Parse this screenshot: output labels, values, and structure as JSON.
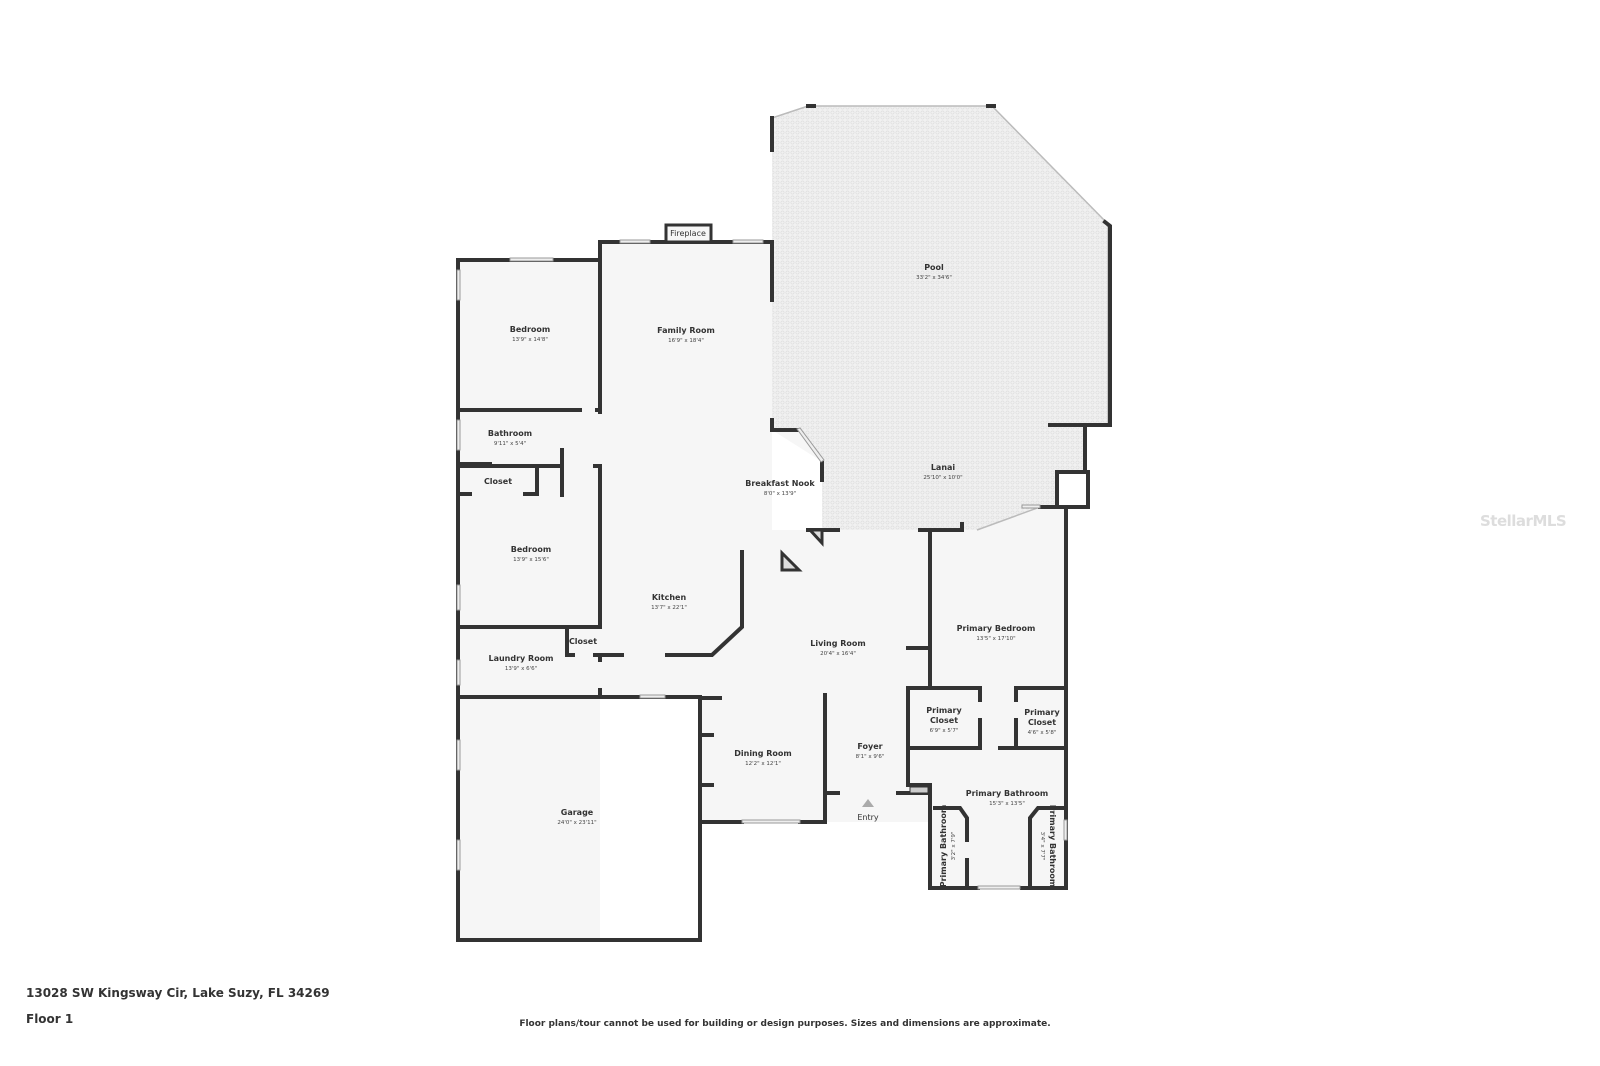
{
  "address": "13028 SW Kingsway Cir, Lake Suzy, FL 34269",
  "floor_label": "Floor 1",
  "disclaimer": "Floor plans/tour cannot be used for building or design purposes. Sizes and dimensions are approximate.",
  "watermark": "StellarMLS",
  "colors": {
    "wall": "#333333",
    "floor": "#f5f5f5",
    "pool": "#ececec"
  },
  "rooms": {
    "pool": {
      "name": "Pool",
      "dims": "33'2\" x 34'6\""
    },
    "lanai": {
      "name": "Lanai",
      "dims": "25'10\" x 10'0\""
    },
    "fireplace": {
      "name": "Fireplace"
    },
    "bedroom1": {
      "name": "Bedroom",
      "dims": "13'9\" x 14'8\""
    },
    "family": {
      "name": "Family Room",
      "dims": "16'9\" x 18'4\""
    },
    "bathroom": {
      "name": "Bathroom",
      "dims": "9'11\" x 5'4\""
    },
    "closet1": {
      "name": "Closet"
    },
    "breakfast": {
      "name": "Breakfast Nook",
      "dims": "8'0\" x 13'9\""
    },
    "bedroom2": {
      "name": "Bedroom",
      "dims": "13'9\" x 15'6\""
    },
    "kitchen": {
      "name": "Kitchen",
      "dims": "13'7\" x 22'1\""
    },
    "living": {
      "name": "Living Room",
      "dims": "20'4\" x 16'4\""
    },
    "primary_bedroom": {
      "name": "Primary Bedroom",
      "dims": "13'5\" x 17'10\""
    },
    "closet2": {
      "name": "Closet"
    },
    "laundry": {
      "name": "Laundry Room",
      "dims": "13'9\" x 6'6\""
    },
    "primary_closet1": {
      "name1": "Primary",
      "name2": "Closet",
      "dims": "6'9\" x 5'7\""
    },
    "primary_closet2": {
      "name1": "Primary",
      "name2": "Closet",
      "dims": "4'6\" x 5'8\""
    },
    "dining": {
      "name": "Dining Room",
      "dims": "12'2\" x 12'1\""
    },
    "foyer": {
      "name": "Foyer",
      "dims": "8'1\" x 9'6\""
    },
    "primary_bathroom": {
      "name": "Primary Bathroom",
      "dims": "15'3\" x 13'5\""
    },
    "primary_bathroom_a": {
      "name": "Primary Bathroom",
      "dims": "3'2\" x 7'9\""
    },
    "primary_bathroom_b": {
      "name": "Primary Bathroom",
      "dims": "3'4\" x 7'7\""
    },
    "garage": {
      "name": "Garage",
      "dims": "24'0\" x 23'11\""
    },
    "entry": {
      "name": "Entry"
    }
  }
}
